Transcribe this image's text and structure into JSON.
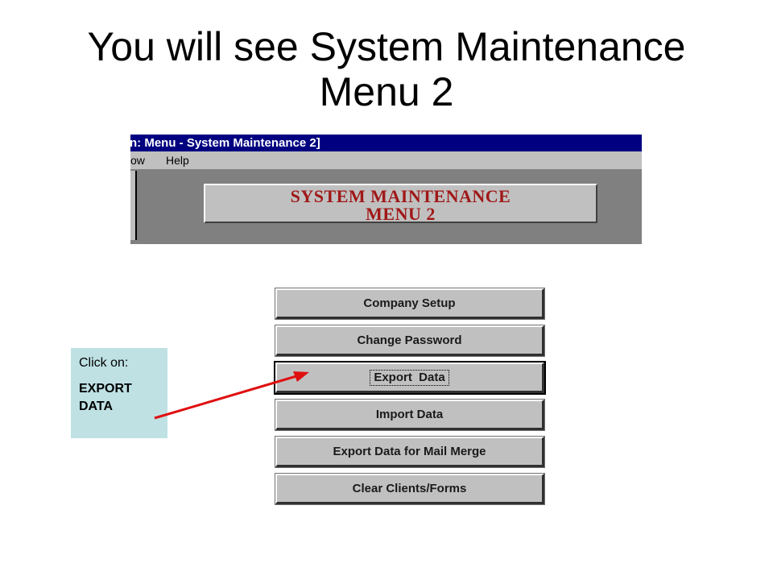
{
  "slide": {
    "title_line1": "You will see System Maintenance",
    "title_line2": "Menu 2"
  },
  "window": {
    "title_fragment": "n: Menu - System Maintenance 2]",
    "menu_items": [
      "ow",
      "Help"
    ],
    "heading_line1": "SYSTEM MAINTENANCE",
    "heading_line2": "MENU 2"
  },
  "buttons": [
    {
      "label": "Company Setup"
    },
    {
      "label": "Change Password"
    },
    {
      "label": "Export  Data",
      "focused": true
    },
    {
      "label": "Import Data"
    },
    {
      "label": "Export Data for Mail Merge"
    },
    {
      "label": "Clear Clients/Forms"
    }
  ],
  "callout": {
    "lead": "Click on:",
    "target_line1": "EXPORT",
    "target_line2": "DATA"
  },
  "colors": {
    "titlebar": "#000080",
    "heading_text": "#a01818",
    "callout_bg": "#bfe1e4",
    "arrow": "#e01010"
  }
}
